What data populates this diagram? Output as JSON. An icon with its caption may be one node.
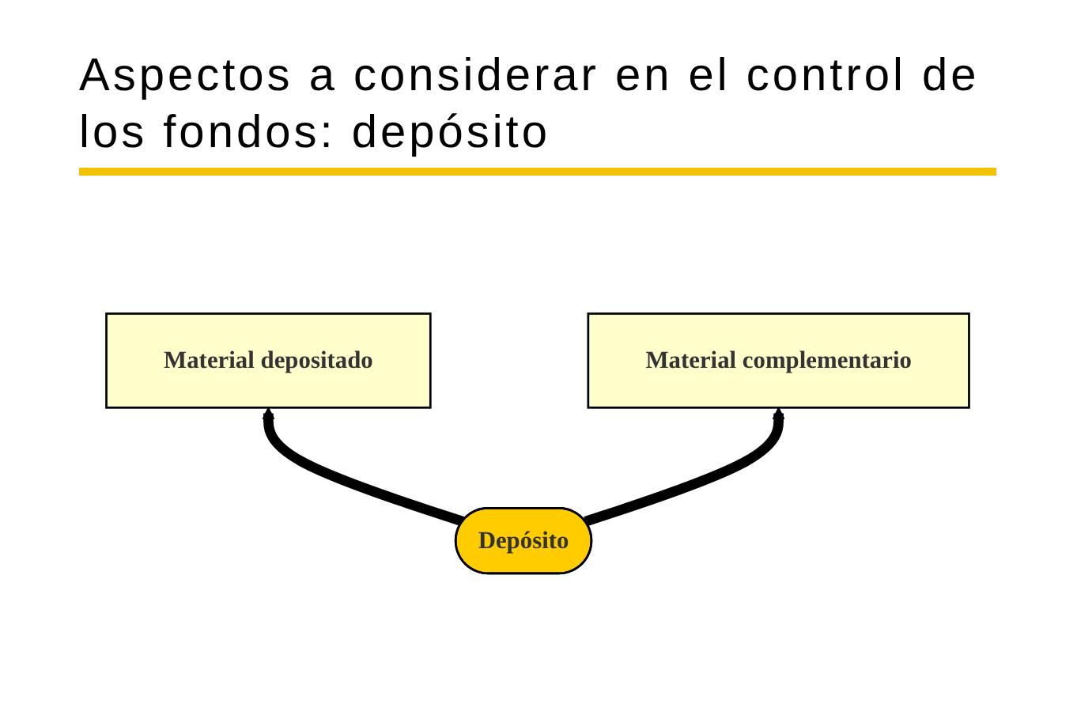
{
  "diagram": {
    "title": "Aspectos a considerar en el control de los fondos: depósito",
    "nodes": [
      {
        "text": [
          "Material depositado"
        ]
      },
      {
        "text": [
          "Material complementario"
        ]
      },
      {
        "text": [
          "Depósito"
        ]
      }
    ],
    "edges": [
      {
        "from": 2,
        "to": 0,
        "arrow": "to"
      },
      {
        "from": 2,
        "to": 1,
        "arrow": "to"
      }
    ]
  }
}
